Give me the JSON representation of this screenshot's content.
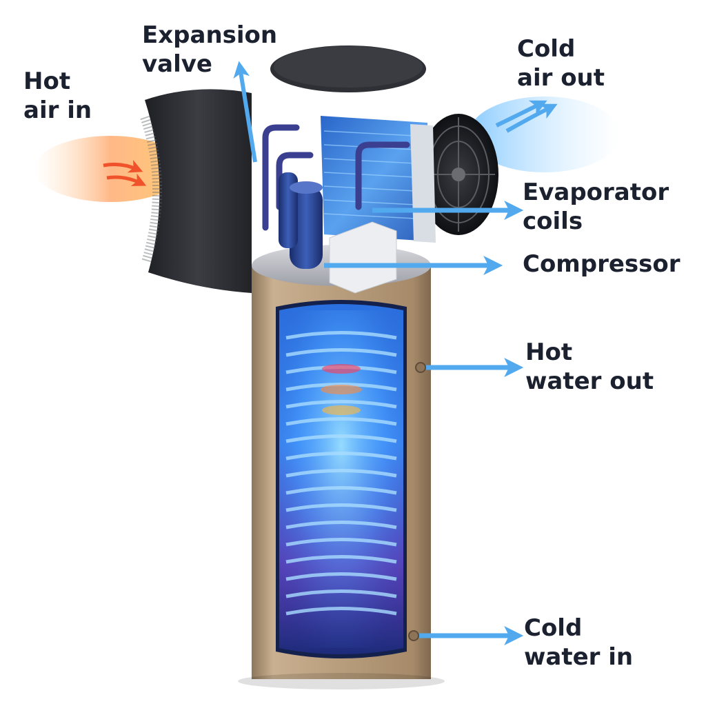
{
  "labels": {
    "hot_air_in": {
      "line1": "Hot",
      "line2": "air in"
    },
    "expansion_valve": {
      "line1": "Expansion",
      "line2": "valve"
    },
    "cold_air_out": {
      "line1": "Cold",
      "line2": "air out"
    },
    "evaporator_coils": {
      "line1": "Evaporator",
      "line2": "coils"
    },
    "compressor": {
      "line1": "Compressor"
    },
    "hot_water_out": {
      "line1": "Hot",
      "line2": "water out"
    },
    "cold_water_in": {
      "line1": "Cold",
      "line2": "water in"
    }
  },
  "colors": {
    "label_text": "#1c2130",
    "arrow_blue": "#52a9ee",
    "hot_air": "#f0532b",
    "tank_shell": "#b59a7a",
    "coil_glow": "#3f8cff",
    "housing": "#2f3136"
  }
}
